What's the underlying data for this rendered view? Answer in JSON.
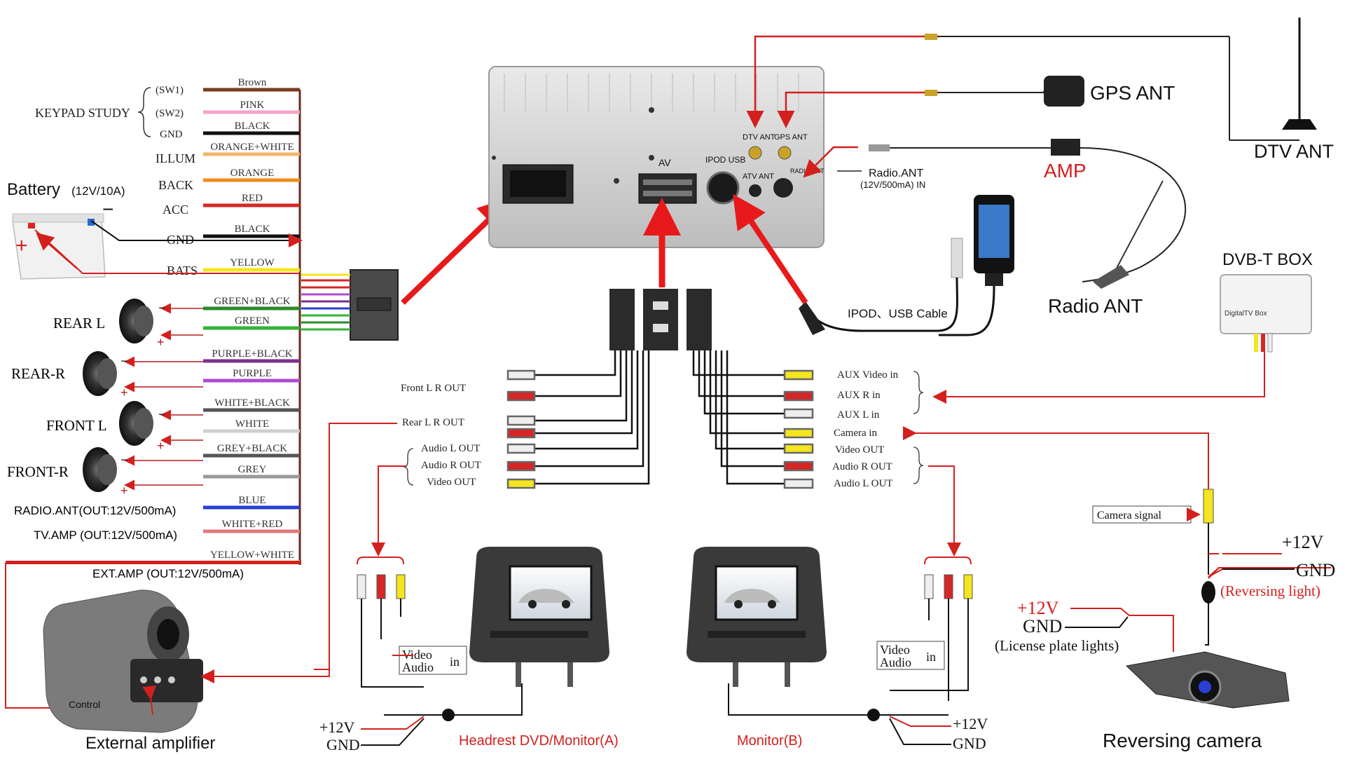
{
  "keypad": {
    "title": "KEYPAD  STUDY",
    "sw1": "(SW1)",
    "sw2": "(SW2)",
    "gnd": "GND"
  },
  "battery": {
    "label": "Battery",
    "rating": "(12V/10A)",
    "plus": "+",
    "minus": "−"
  },
  "harness_left_labels": {
    "illum": "ILLUM",
    "back": "BACK",
    "acc": "ACC",
    "gnd": "GND",
    "bats": "BATS",
    "rear_l": "REAR  L",
    "rear_r": "REAR-R",
    "front_l": "FRONT  L",
    "front_r": "FRONT-R",
    "radio_ant": "RADIO.ANT(OUT:12V/500mA)",
    "tv_amp": "TV.AMP (OUT:12V/500mA)",
    "ext_amp": "EXT.AMP (OUT:12V/500mA)"
  },
  "wires": [
    {
      "label": "Brown",
      "color": "#7a3b1f"
    },
    {
      "label": "PINK",
      "color": "#f2a6c8"
    },
    {
      "label": "BLACK",
      "color": "#111111"
    },
    {
      "label": "ORANGE+WHITE",
      "color": "#f2b56b"
    },
    {
      "label": "ORANGE",
      "color": "#f08a1c"
    },
    {
      "label": "RED",
      "color": "#d62626"
    },
    {
      "label": "BLACK",
      "color": "#111111"
    },
    {
      "label": "YELLOW",
      "color": "#f4e51e"
    },
    {
      "label": "GREEN+BLACK",
      "color": "#2c8a2c"
    },
    {
      "label": "GREEN",
      "color": "#36b336"
    },
    {
      "label": "PURPLE+BLACK",
      "color": "#7b2f8f"
    },
    {
      "label": "PURPLE",
      "color": "#b04bd0"
    },
    {
      "label": "WHITE+BLACK",
      "color": "#555555"
    },
    {
      "label": "WHITE",
      "color": "#cfcfcf"
    },
    {
      "label": "GREY+BLACK",
      "color": "#555555"
    },
    {
      "label": "GREY",
      "color": "#9a9a9a"
    },
    {
      "label": "BLUE",
      "color": "#2a3fd4"
    },
    {
      "label": "WHITE+RED",
      "color": "#e07a7a"
    },
    {
      "label": "YELLOW+WHITE",
      "color": "#f5ef8a"
    }
  ],
  "head_unit": {
    "dtv_ant": "DTV ANT",
    "gps_ant": "GPS ANT",
    "av": "AV",
    "ipod_usb": "IPOD USB",
    "atv_ant": "ATV ANT",
    "radio_ant_port": "RADIO ANT"
  },
  "right_top": {
    "gps_ant": "GPS ANT",
    "dtv_ant": "DTV ANT",
    "amp": "AMP",
    "radio_ant_in": "Radio.ANT",
    "radio_ant_in_spec": "(12V/500mA) IN",
    "radio_ant": "Radio ANT",
    "ipod_cable": "IPOD、USB Cable",
    "dvbt_box": "DVB-T  BOX",
    "dvbt_device": "DigitalTV Box"
  },
  "av_left": {
    "front_lr_out": "Front L R OUT",
    "rear_lr_out": "Rear L R OUT",
    "audio_l_out": "Audio L OUT",
    "audio_r_out": "Audio R OUT",
    "video_out": "Video OUT"
  },
  "av_right": {
    "aux_video_in": "AUX Video in",
    "aux_r_in": "AUX  R  in",
    "aux_l_in": "AUX  L  in",
    "camera_in": "Camera  in",
    "video_out": "Video OUT",
    "audio_r_out": "Audio R OUT",
    "audio_l_out": "Audio L OUT"
  },
  "bottom": {
    "monitor_a": "Headrest DVD/Monitor(A)",
    "monitor_b": "Monitor(B)",
    "video_in_a": "Video",
    "audio_in_a": "Audio",
    "in_a": "in",
    "video_in_b": "Video",
    "audio_in_b": "Audio",
    "in_b": "in",
    "plus12v_a": "+12V",
    "gnd_a": "GND",
    "plus12v_b": "+12V",
    "gnd_b": "GND",
    "ext_amplifier": "External amplifier",
    "control": "Control"
  },
  "camera": {
    "camera_signal": "Camera signal",
    "plus12v": "+12V",
    "gnd": "GND",
    "reversing_light": "(Reversing light)",
    "plus12v_lp": "+12V",
    "gnd_lp": "GND",
    "license_lights": "(License plate lights)",
    "title": "Reversing camera"
  }
}
